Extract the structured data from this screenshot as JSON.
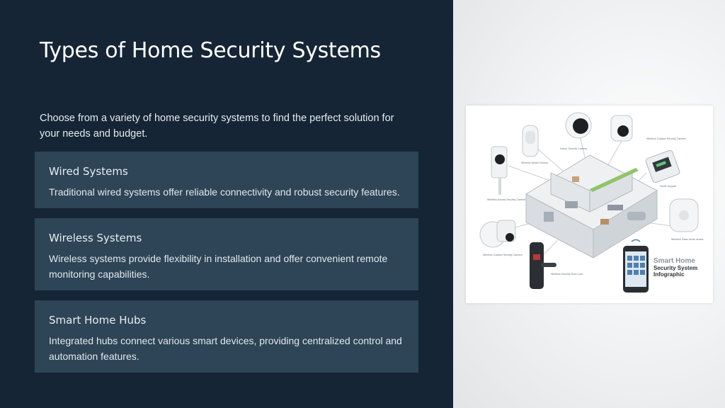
{
  "slide": {
    "title": "Types of Home Security Systems",
    "intro": "Choose from a variety of home security systems to find the perfect solution for your needs and budget."
  },
  "cards": [
    {
      "heading": "Wired Systems",
      "text": "Traditional wired systems offer reliable connectivity and robust security features."
    },
    {
      "heading": "Wireless Systems",
      "text": "Wireless systems provide flexibility in installation and offer convenient remote monitoring capabilities."
    },
    {
      "heading": "Smart Home Hubs",
      "text": "Integrated hubs connect various smart devices, providing centralized control and automation features."
    }
  ],
  "infographic": {
    "title_line1": "Smart Home",
    "title_line2": "Security System",
    "title_line3": "Infographic",
    "labels": {
      "indoor_camera": "Indoor Security Camera",
      "motion_sensor": "Wireless Motion Sensor",
      "outdoor_camera_top": "Wireless Outdoor Security Camera",
      "home_keypad": "Home Keypad",
      "access_camera": "Wireless Access Security Camera",
      "glass_sensor": "Wireless Glass break sensor",
      "outdoor_camera_left": "Wireless Outdoor Security Camera",
      "door_lock": "Wireless Security Door Lock"
    }
  },
  "colors": {
    "left_panel": "#152535",
    "card_bg": "#2d4556",
    "title_text": "#ffffff",
    "body_text": "#e3e8ec"
  }
}
